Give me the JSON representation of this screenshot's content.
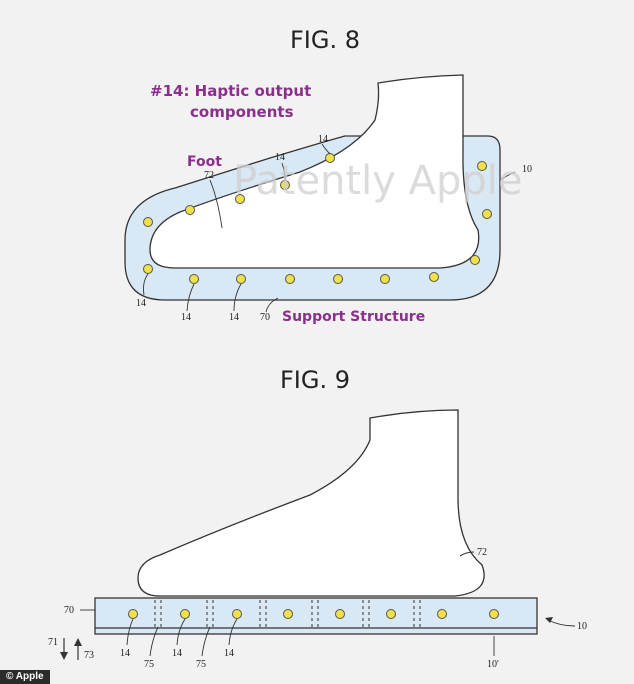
{
  "fig8": {
    "title": "FIG. 8",
    "annotation_line1": "#14: Haptic output",
    "annotation_line2": "components",
    "foot_label": "Foot",
    "support_label": "Support Structure",
    "refs": {
      "r14": "14",
      "r72": "72",
      "r70": "70",
      "r10": "10"
    }
  },
  "fig9": {
    "title": "FIG. 9",
    "refs": {
      "r14": "14",
      "r72": "72",
      "r70": "70",
      "r71": "71",
      "r73": "73",
      "r75": "75",
      "r10": "10",
      "r10p": "10'"
    }
  },
  "watermark": "Patently Apple",
  "credit": "© Apple",
  "colors": {
    "annotation": "#8b2f8c",
    "band": "#d8e8f4",
    "component": "#f0e04a"
  }
}
